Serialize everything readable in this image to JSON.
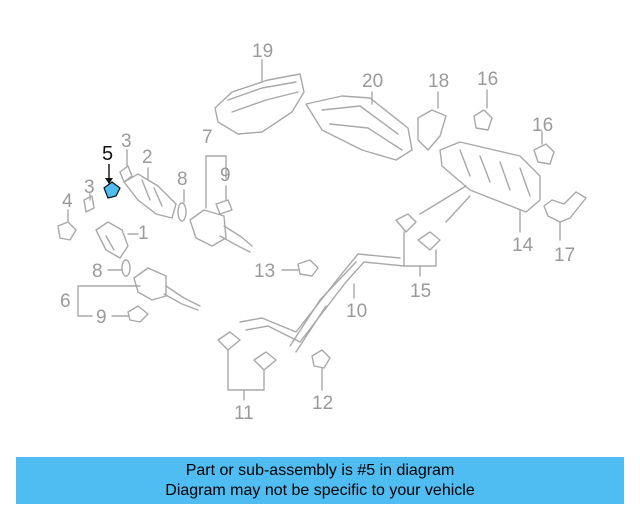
{
  "callouts": {
    "n1": "1",
    "n2": "2",
    "n3a": "3",
    "n3b": "3",
    "n4": "4",
    "n5": "5",
    "n6": "6",
    "n7": "7",
    "n8a": "8",
    "n8b": "8",
    "n9a": "9",
    "n9b": "9",
    "n10": "10",
    "n11": "11",
    "n12": "12",
    "n13": "13",
    "n14": "14",
    "n15": "15",
    "n16a": "16",
    "n16b": "16",
    "n17": "17",
    "n18": "18",
    "n19": "19",
    "n20": "20"
  },
  "highlighted_part": "5",
  "colors": {
    "highlight": "#4fbdf2",
    "line": "#a8a8a8",
    "banner": "#4fbdf2"
  },
  "banner": {
    "line1": "Part or sub-assembly is #5 in diagram",
    "line2": "Diagram may not be specific to your vehicle"
  }
}
